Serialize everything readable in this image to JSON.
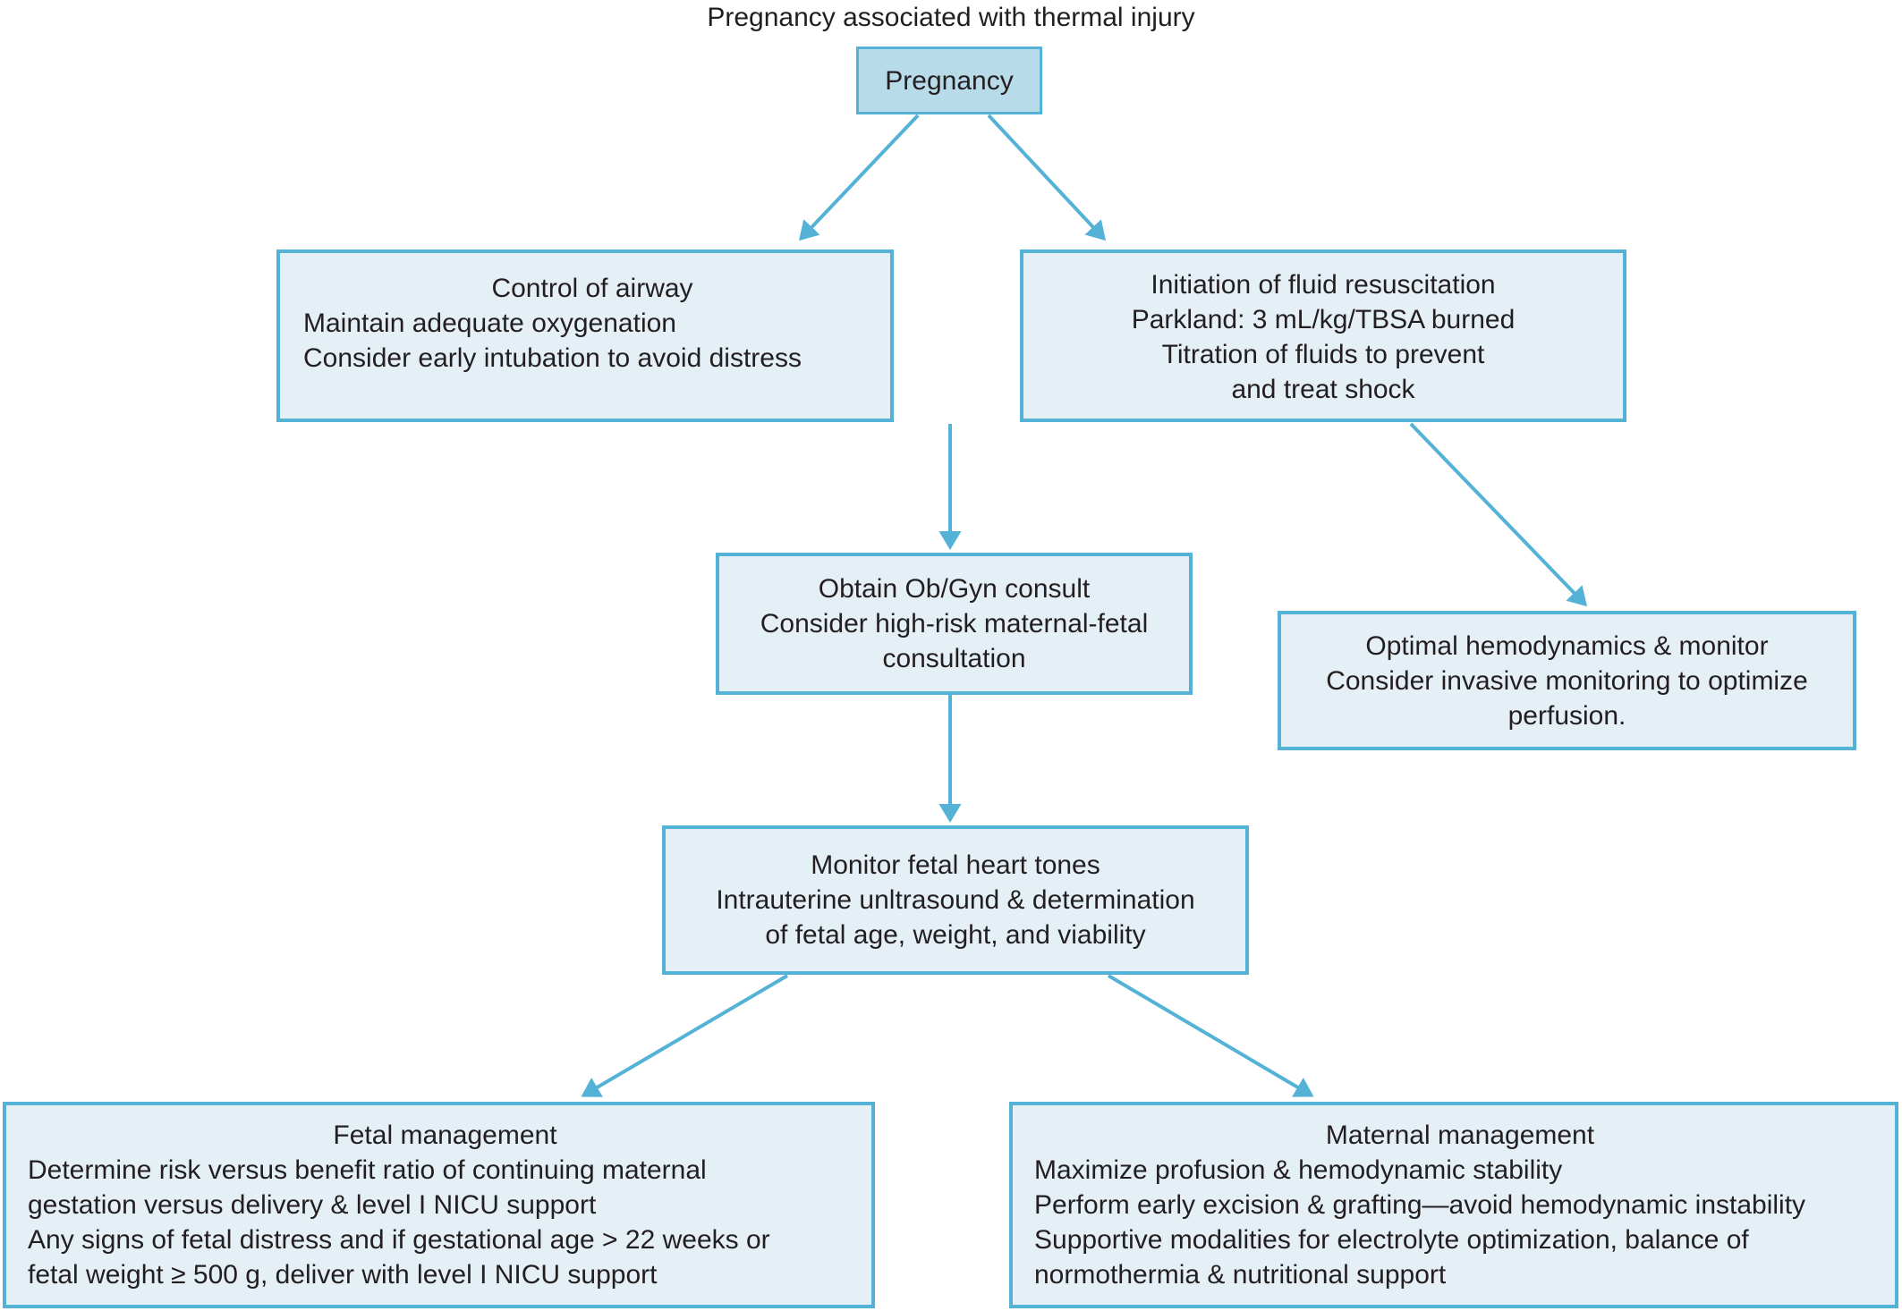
{
  "diagram": {
    "title": "Pregnancy associated with thermal injury",
    "nodes": {
      "pregnancy": {
        "lines": [
          "Pregnancy"
        ]
      },
      "airway": {
        "lines": [
          "Control of airway",
          "Maintain adequate oxygenation",
          "Consider early intubation to avoid distress"
        ]
      },
      "fluid": {
        "lines": [
          "Initiation of fluid resuscitation",
          "Parkland: 3 mL/kg/TBSA burned",
          "Titration of fluids to prevent",
          "and treat shock"
        ]
      },
      "obgyn": {
        "lines": [
          "Obtain Ob/Gyn consult",
          "Consider high-risk maternal-fetal",
          "consultation"
        ]
      },
      "hemodynamics": {
        "lines": [
          "Optimal hemodynamics & monitor",
          "Consider invasive monitoring to optimize",
          "perfusion."
        ]
      },
      "fetalheart": {
        "lines": [
          "Monitor fetal heart tones",
          "Intrauterine unltrasound & determination",
          "of fetal age, weight, and viability"
        ]
      },
      "fetalmgmt": {
        "lines": [
          "Fetal management",
          "Determine risk versus benefit ratio of continuing maternal",
          "gestation versus delivery & level I NICU support",
          "Any signs of fetal distress and if gestational age > 22 weeks or",
          "fetal weight ≥ 500 g, deliver with level I NICU support"
        ]
      },
      "maternalmgmt": {
        "lines": [
          "Maternal management",
          "Maximize profusion & hemodynamic stability",
          "Perform early excision & grafting—avoid hemodynamic instability",
          "Supportive modalities for electrolyte optimization, balance of",
          "normothermia & nutritional support"
        ]
      }
    },
    "colors": {
      "accent": "#53b2d6",
      "node_fill": "#e4eff6",
      "root_fill": "#b8dbea",
      "text": "#231f20",
      "background": "#ffffff"
    }
  }
}
